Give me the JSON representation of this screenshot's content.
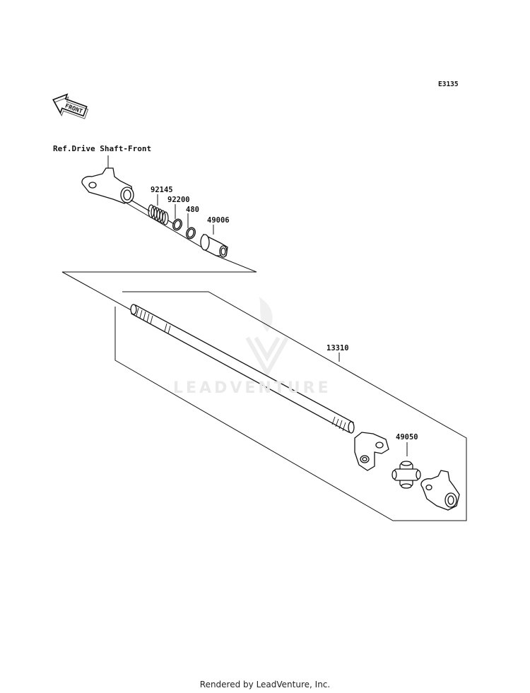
{
  "diagram_code": "E3135",
  "front_arrow_label": "FRONT",
  "reference_label": "Ref.Drive Shaft-Front",
  "parts": [
    {
      "number": "92145"
    },
    {
      "number": "92200"
    },
    {
      "number": "480"
    },
    {
      "number": "49006"
    },
    {
      "number": "13310"
    },
    {
      "number": "49050"
    }
  ],
  "watermark": "LEADVENTURE",
  "footer": "Rendered by LeadVenture, Inc."
}
